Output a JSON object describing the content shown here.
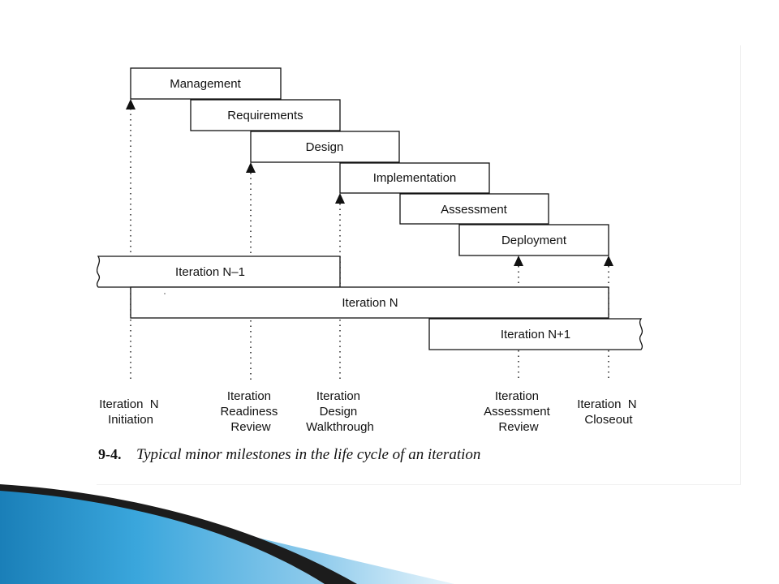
{
  "phases": [
    {
      "id": "management",
      "label": "Management"
    },
    {
      "id": "requirements",
      "label": "Requirements"
    },
    {
      "id": "design",
      "label": "Design"
    },
    {
      "id": "implementation",
      "label": "Implementation"
    },
    {
      "id": "assessment",
      "label": "Assessment"
    },
    {
      "id": "deployment",
      "label": "Deployment"
    }
  ],
  "iterations": [
    {
      "id": "prev",
      "label": "Iteration N–1"
    },
    {
      "id": "current",
      "label": "Iteration N"
    },
    {
      "id": "next",
      "label": "Iteration N+1"
    }
  ],
  "milestones": [
    {
      "id": "initiation",
      "lines": [
        "Iteration  N",
        "Initiation"
      ]
    },
    {
      "id": "readiness-review",
      "lines": [
        "Iteration",
        "Readiness",
        "Review"
      ]
    },
    {
      "id": "design-walkthrough",
      "lines": [
        "Iteration",
        "Design",
        "Walkthrough"
      ]
    },
    {
      "id": "assessment-review",
      "lines": [
        "Iteration",
        "Assessment",
        "Review"
      ]
    },
    {
      "id": "closeout",
      "lines": [
        "Iteration  N",
        "Closeout"
      ]
    }
  ],
  "caption": {
    "number": "9-4.",
    "text": "Typical minor milestones in the life cycle of an iteration"
  },
  "colors": {
    "line": "#111111",
    "background": "#ffffff",
    "swoosh_dark": "#1c1c1c",
    "swoosh_blue": "#2b8fc6",
    "swoosh_light": "#9fd3ef"
  }
}
